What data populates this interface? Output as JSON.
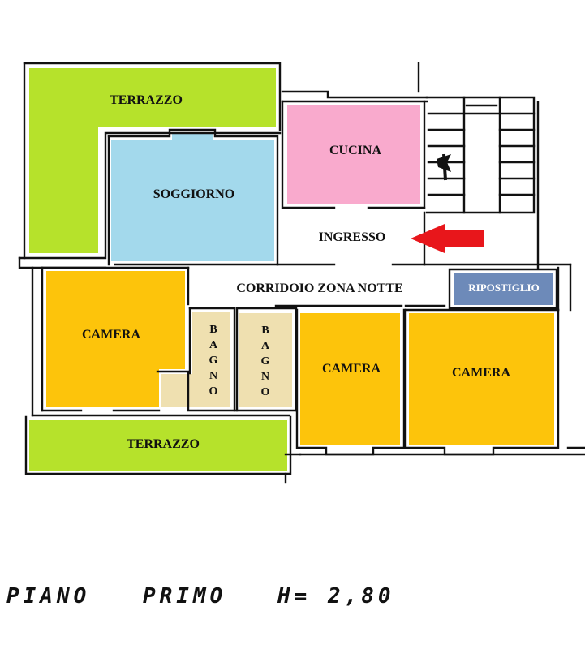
{
  "rooms": {
    "terrazzo_top": "TERRAZZO",
    "soggiorno": "SOGGIORNO",
    "cucina": "CUCINA",
    "ingresso": "INGRESSO",
    "corridoio": "CORRIDOIO ZONA NOTTE",
    "ripostiglio": "RIPOSTIGLIO",
    "camera_left": "CAMERA",
    "bagno_1": "BAGNO",
    "bagno_2": "BAGNO",
    "camera_mid": "CAMERA",
    "camera_right": "CAMERA",
    "terrazzo_bottom": "TERRAZZO"
  },
  "caption": {
    "floor_word": "PIANO",
    "floor_name": "PRIMO",
    "height": "H= 2,80"
  },
  "colors": {
    "terrace": "#b6e22b",
    "living": "#a3d9ec",
    "kitchen": "#f9aacd",
    "bedroom": "#fdc40b",
    "bathroom": "#efe0b0",
    "storage": "#6d8ab9",
    "entrance_arrow": "#e8161b",
    "wall": "#111111"
  }
}
